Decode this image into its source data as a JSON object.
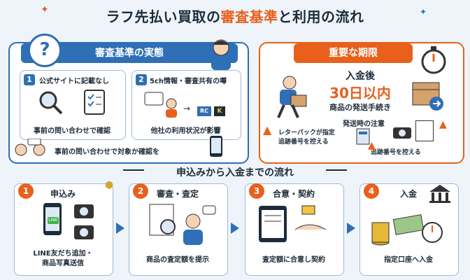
{
  "title": {
    "part1": "ラフ先払い買取の",
    "part2": "審査基準",
    "part3": "と利用の流れ"
  },
  "left_panel": {
    "heading": "審査基準の実態",
    "item1": {
      "number": "1",
      "title": "公式サイトに記載なし",
      "desc": "事前の問い合わせで確認"
    },
    "item2": {
      "number": "2",
      "title": "5ch情報・審査共有の噂",
      "desc": "他社の利用状況が影響"
    },
    "footer": "事前の問い合わせで対象か確認を",
    "labels": {
      "rc": "RC",
      "k": "K"
    }
  },
  "right_panel": {
    "heading": "重要な期限",
    "line1": "入金後",
    "line2": "30日以内",
    "line3": "商品の発送手続き",
    "caution_title": "発送時の注意",
    "caution1": "レターパックが指定\n追跡番号を控える",
    "caution2": "追跡番号を控える"
  },
  "flow": {
    "title": "申込みから入金までの流れ",
    "steps": [
      {
        "number": "1",
        "label": "申込み",
        "desc": "LINE友だち追加・\n商品写真送信",
        "line": "LINE"
      },
      {
        "number": "2",
        "label": "審査・査定",
        "desc": "商品の査定額を提示"
      },
      {
        "number": "3",
        "label": "合意・契約",
        "desc": "査定額に合意し契約"
      },
      {
        "number": "4",
        "label": "入金",
        "desc": "指定口座へ入金"
      }
    ]
  }
}
